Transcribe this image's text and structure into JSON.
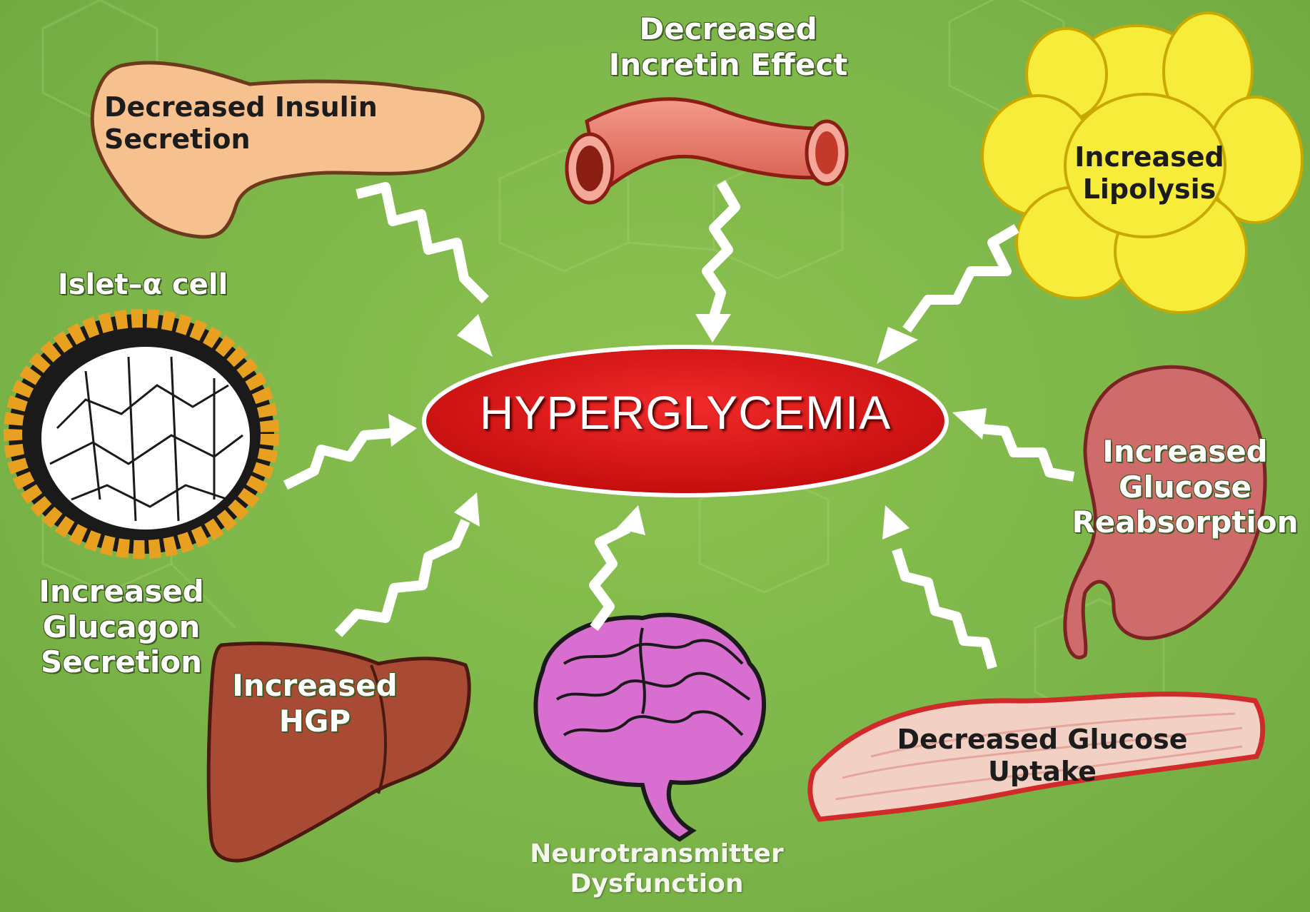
{
  "center": {
    "title": "HYPERGLYCEMIA"
  },
  "labels": {
    "insulin": [
      "Decreased Insulin",
      "Secretion"
    ],
    "incretin": [
      "Decreased",
      "Incretin Effect"
    ],
    "lipolysis": [
      "Increased",
      "Lipolysis"
    ],
    "islet_title": "Islet–α cell",
    "glucagon": [
      "Increased",
      "Glucagon",
      "Secretion"
    ],
    "reabsorption": [
      "Increased",
      "Glucose",
      "Reabsorption"
    ],
    "hgp": [
      "Increased",
      "HGP"
    ],
    "neuro": [
      "Neurotransmitter",
      "Dysfunction"
    ],
    "uptake": [
      "Decreased Glucose",
      "Uptake"
    ]
  },
  "colors": {
    "background": "#7fb843",
    "center_ellipse": "#e31b1b",
    "pancreas": "#f6c08f",
    "intestine": "#e8786a",
    "fat": "#f7ec3a",
    "kidney": "#cf6b6b",
    "liver": "#a84a34",
    "brain": "#d86fd0",
    "muscle": "#f2d1c4",
    "arrows": "#ffffff"
  },
  "icons": [
    "pancreas-icon",
    "intestine-icon",
    "fat-cells-icon",
    "islet-icon",
    "kidney-icon",
    "liver-icon",
    "brain-icon",
    "muscle-icon"
  ]
}
